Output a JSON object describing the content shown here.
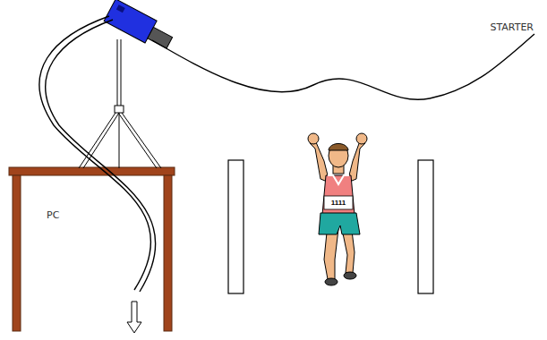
{
  "diagram": {
    "labels": [
      "STARTER",
      "PC",
      "1111"
    ]
  }
}
